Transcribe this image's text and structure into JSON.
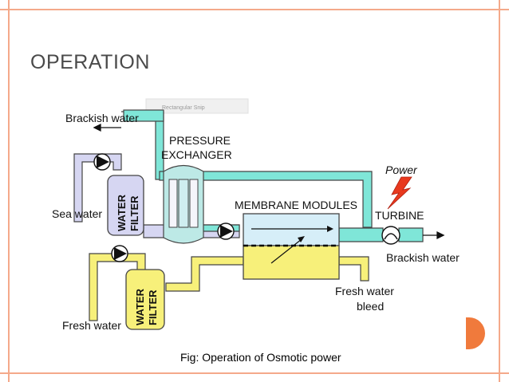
{
  "slide": {
    "title": "OPERATION",
    "caption": "Fig: Operation of Osmotic power"
  },
  "diagram": {
    "labels": {
      "brackish_top": "Brackish water",
      "pressure_1": "PRESSURE",
      "pressure_2": "EXCHANGER",
      "power": "Power",
      "sea_water": "Sea water",
      "filter_top_1": "WATER",
      "filter_top_2": "FILTER",
      "membrane": "MEMBRANE MODULES",
      "turbine": "TURBINE",
      "brackish_right": "Brackish water",
      "fresh_bleed_1": "Fresh water",
      "fresh_bleed_2": "bleed",
      "fresh_water": "Fresh water",
      "filter_bottom_1": "WATER",
      "filter_bottom_2": "FILTER",
      "snip": "Rectangular Snip"
    }
  },
  "colors": {
    "frame": "#f4a98a",
    "accent": "#f07a3c",
    "cyan": "#7fe6d8",
    "lavender": "#d6d6f2",
    "yellow": "#f7f07a",
    "bolt": "#e8391e"
  }
}
